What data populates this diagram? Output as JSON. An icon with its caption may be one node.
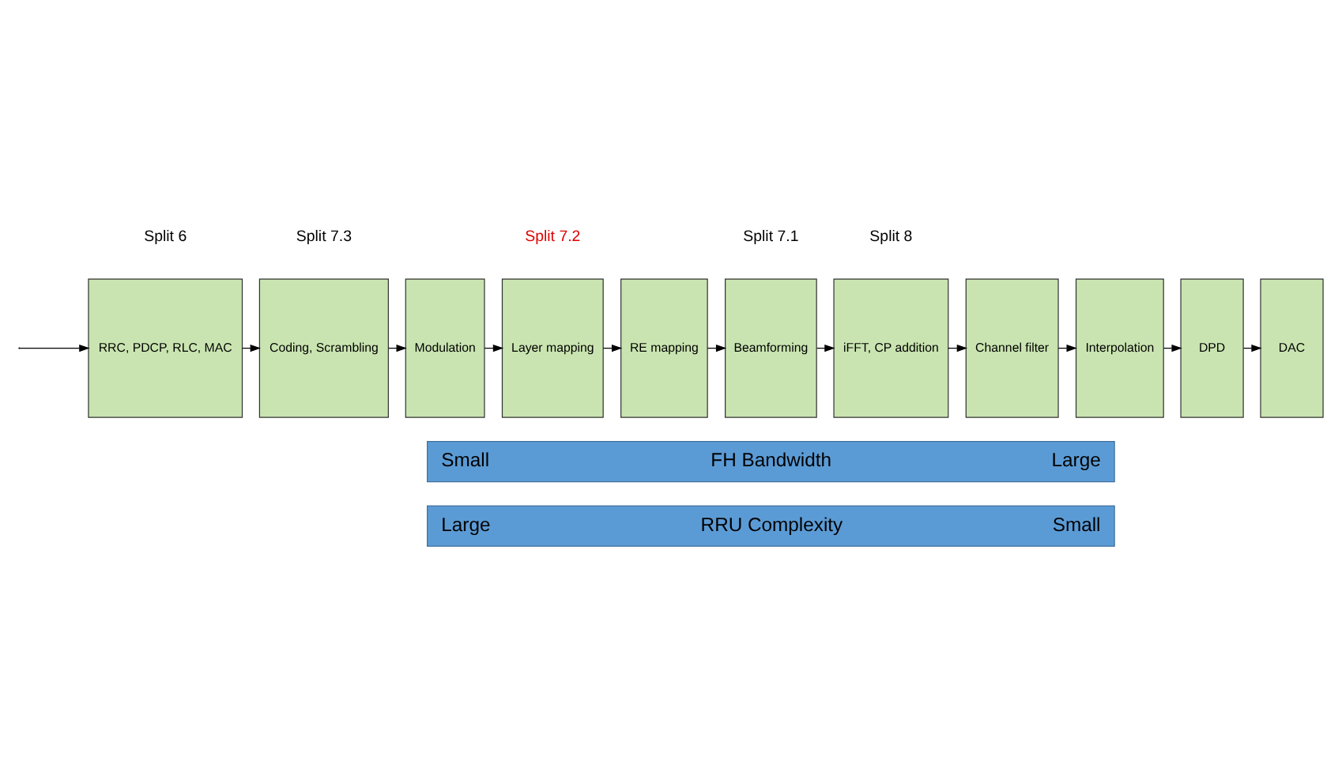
{
  "diagram": {
    "nodes": [
      {
        "text": [
          "RRC, PDCP, RLC, MAC"
        ]
      },
      {
        "text": [
          "Coding, Scrambling"
        ]
      },
      {
        "text": [
          "Modulation"
        ]
      },
      {
        "text": [
          "Layer mapping"
        ]
      },
      {
        "text": [
          "RE mapping"
        ]
      },
      {
        "text": [
          "Beamforming"
        ]
      },
      {
        "text": [
          "iFFT, CP addition"
        ]
      },
      {
        "text": [
          "Channel filter"
        ]
      },
      {
        "text": [
          "Interpolation"
        ]
      },
      {
        "text": [
          "DPD"
        ]
      },
      {
        "text": [
          "DAC"
        ]
      },
      {
        "text": [
          "Small",
          "FH Bandwidth",
          "Large"
        ]
      },
      {
        "text": [
          "Large",
          "RRU Complexity",
          "Small"
        ]
      }
    ],
    "edges": [
      {
        "from": null,
        "to": 0,
        "arrow": "to"
      },
      {
        "from": 0,
        "to": 1,
        "arrow": "to"
      },
      {
        "from": 1,
        "to": 2,
        "arrow": "to"
      },
      {
        "from": 2,
        "to": 3,
        "arrow": "to"
      },
      {
        "from": 3,
        "to": 4,
        "arrow": "to"
      },
      {
        "from": 4,
        "to": 5,
        "arrow": "to"
      },
      {
        "from": 5,
        "to": 6,
        "arrow": "to"
      },
      {
        "from": 6,
        "to": 7,
        "arrow": "to"
      },
      {
        "from": 7,
        "to": 8,
        "arrow": "to"
      },
      {
        "from": 8,
        "to": 9,
        "arrow": "to"
      },
      {
        "from": 9,
        "to": 10,
        "arrow": "to"
      }
    ],
    "labels": [
      "Split 6",
      "Split 7.3",
      "Split 7.2",
      "Split 7.1",
      "Split 8"
    ]
  }
}
